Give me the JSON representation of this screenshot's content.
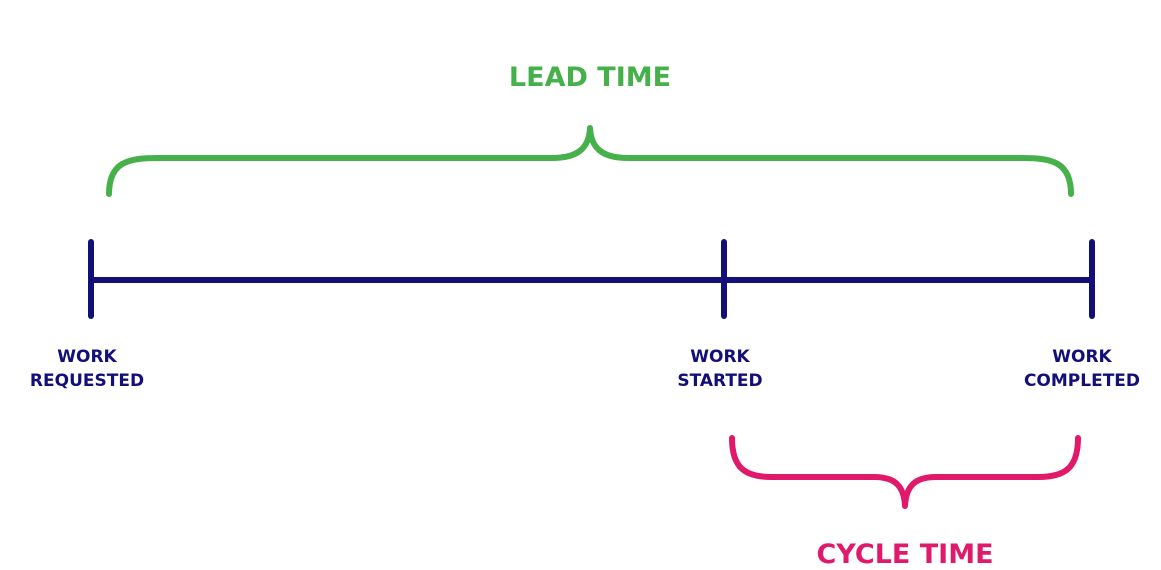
{
  "colors": {
    "timeline": "#130f78",
    "lead": "#46b04a",
    "cycle": "#e0196a"
  },
  "lead_time": {
    "label": "LEAD TIME"
  },
  "cycle_time": {
    "label": "CYCLE TIME"
  },
  "milestones": [
    {
      "line1": "WORK",
      "line2": "REQUESTED"
    },
    {
      "line1": "WORK",
      "line2": "STARTED"
    },
    {
      "line1": "WORK",
      "line2": "COMPLETED"
    }
  ]
}
